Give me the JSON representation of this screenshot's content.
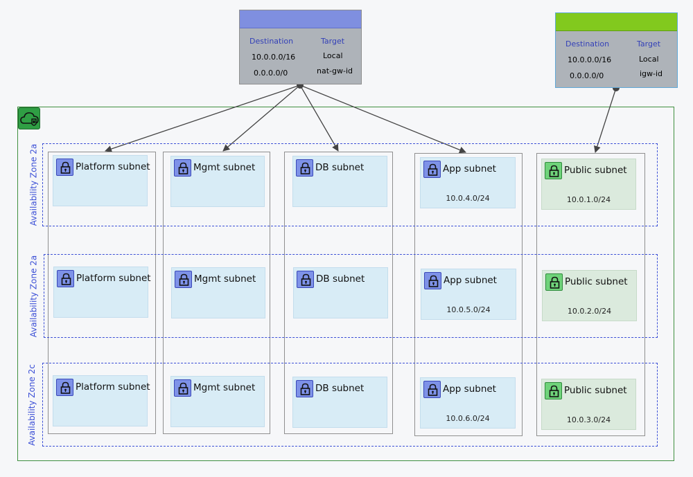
{
  "route_tables": {
    "private": {
      "header_color": "#7f8fe0",
      "columns": [
        "Destination",
        "Target"
      ],
      "rows": [
        [
          "10.0.0.0/16",
          "Local"
        ],
        [
          "0.0.0.0/0",
          "nat-gw-id"
        ]
      ]
    },
    "public": {
      "header_color": "#82c91e",
      "columns": [
        "Destination",
        "Target"
      ],
      "rows": [
        [
          "10.0.0.0/16",
          "Local"
        ],
        [
          "0.0.0.0/0",
          "igw-id"
        ]
      ]
    }
  },
  "vpc": {
    "icon": "vpc-cloud-icon",
    "color": "#2f9e44"
  },
  "availability_zones": [
    "Availability Zone 2a",
    "Availability Zone 2a",
    "Availability Zone 2c"
  ],
  "subnet_rows": [
    [
      {
        "name": "Platform subnet",
        "cidr": ""
      },
      {
        "name": "Mgmt subnet",
        "cidr": ""
      },
      {
        "name": "DB subnet",
        "cidr": ""
      },
      {
        "name": "App subnet",
        "cidr": "10.0.4.0/24"
      },
      {
        "name": "Public subnet",
        "cidr": "10.0.1.0/24"
      }
    ],
    [
      {
        "name": "Platform subnet",
        "cidr": ""
      },
      {
        "name": "Mgmt subnet",
        "cidr": ""
      },
      {
        "name": "DB subnet",
        "cidr": ""
      },
      {
        "name": "App subnet",
        "cidr": "10.0.5.0/24"
      },
      {
        "name": "Public subnet",
        "cidr": "10.0.2.0/24"
      }
    ],
    [
      {
        "name": "Platform subnet",
        "cidr": ""
      },
      {
        "name": "Mgmt subnet",
        "cidr": ""
      },
      {
        "name": "DB subnet",
        "cidr": ""
      },
      {
        "name": "App subnet",
        "cidr": "10.0.6.0/24"
      },
      {
        "name": "Public subnet",
        "cidr": "10.0.3.0/24"
      }
    ]
  ],
  "icons": {
    "subnet": "lock-icon"
  },
  "colors": {
    "az_border": "#3b4fd6",
    "private_subnet": "#d8ecf6",
    "public_subnet": "#dbeadd"
  }
}
